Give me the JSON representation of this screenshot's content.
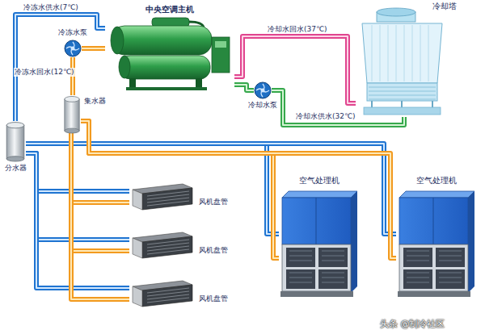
{
  "diagram": {
    "nodes": [
      {
        "text": [
          "中央空调主机"
        ]
      },
      {
        "text": [
          "冷却塔"
        ]
      },
      {
        "text": [
          "冷冻水泵"
        ]
      },
      {
        "text": [
          "冷却水泵"
        ]
      },
      {
        "text": [
          "集水器"
        ]
      },
      {
        "text": [
          "分水器"
        ]
      },
      {
        "text": [
          "风机盘管"
        ]
      },
      {
        "text": [
          "风机盘管"
        ]
      },
      {
        "text": [
          "风机盘管"
        ]
      },
      {
        "text": [
          "空气处理机"
        ]
      },
      {
        "text": [
          "空气处理机"
        ]
      }
    ],
    "edges": [
      {
        "from": 0,
        "to": 5,
        "label": "冷冻水供水(7℃)",
        "arrow": "none"
      },
      {
        "from": 4,
        "to": 2,
        "arrow": "none"
      },
      {
        "from": 2,
        "to": 0,
        "label": "冷冻水回水(12℃)",
        "arrow": "none"
      },
      {
        "from": 0,
        "to": 1,
        "label": "冷却水回水(37℃)",
        "arrow": "none"
      },
      {
        "from": 1,
        "to": 3,
        "label": "冷却水供水(32℃)",
        "arrow": "none"
      },
      {
        "from": 3,
        "to": 0,
        "arrow": "none"
      },
      {
        "from": 5,
        "to": 6,
        "arrow": "none"
      },
      {
        "from": 5,
        "to": 7,
        "arrow": "none"
      },
      {
        "from": 5,
        "to": 8,
        "arrow": "none"
      },
      {
        "from": 5,
        "to": 9,
        "arrow": "none"
      },
      {
        "from": 5,
        "to": 10,
        "arrow": "none"
      },
      {
        "from": 6,
        "to": 4,
        "arrow": "none"
      },
      {
        "from": 7,
        "to": 4,
        "arrow": "none"
      },
      {
        "from": 8,
        "to": 4,
        "arrow": "none"
      },
      {
        "from": 9,
        "to": 4,
        "arrow": "none"
      },
      {
        "from": 10,
        "to": 4,
        "arrow": "none"
      }
    ],
    "labels": [
      "头条 @制冷社区"
    ]
  }
}
